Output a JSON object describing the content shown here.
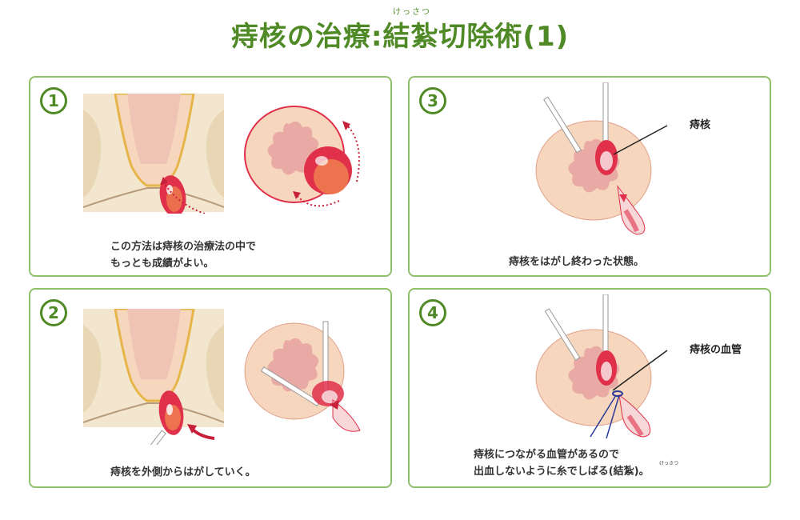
{
  "title": {
    "text": "痔核の治療:結紮切除術(1)",
    "ruby": "けっさつ"
  },
  "panels": [
    {
      "number": "1",
      "caption_line1": "この方法は痔核の治療法の中で",
      "caption_line2": "もっとも成績がよい。"
    },
    {
      "number": "2",
      "caption_line1": "痔核を外側からはがしていく。"
    },
    {
      "number": "3",
      "caption_line1": "痔核をはがし終わった状態。",
      "label": "痔核"
    },
    {
      "number": "4",
      "caption_line1": "痔核につながる血管があるので",
      "caption_line2": "出血しないように糸でしばる(結紮)。",
      "caption_ruby": "けっさつ",
      "label": "痔核の血管"
    }
  ],
  "colors": {
    "accent": "#4f8a26",
    "border": "#8fc06a",
    "skin": "#f6d7bd",
    "mucosa": "#e9a9a4",
    "hemorrhoid": "#e0304a",
    "arrow": "#c8203a"
  }
}
